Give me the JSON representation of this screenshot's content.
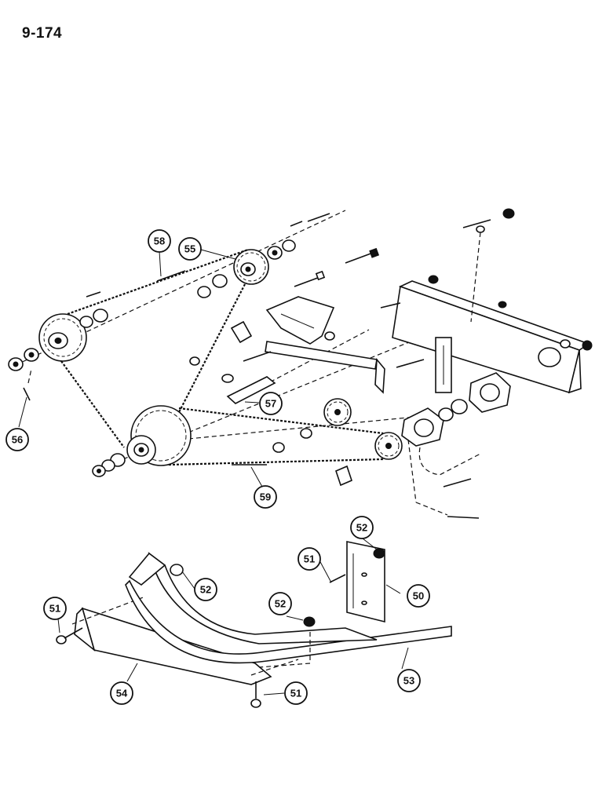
{
  "page": {
    "number": "9-174"
  },
  "callouts": [
    {
      "id": "50",
      "label": "50"
    },
    {
      "id": "51a",
      "label": "51"
    },
    {
      "id": "51b",
      "label": "51"
    },
    {
      "id": "51c",
      "label": "51"
    },
    {
      "id": "52a",
      "label": "52"
    },
    {
      "id": "52b",
      "label": "52"
    },
    {
      "id": "52c",
      "label": "52"
    },
    {
      "id": "53",
      "label": "53"
    },
    {
      "id": "54",
      "label": "54"
    },
    {
      "id": "55",
      "label": "55"
    },
    {
      "id": "56",
      "label": "56"
    },
    {
      "id": "57",
      "label": "57"
    },
    {
      "id": "58",
      "label": "58"
    },
    {
      "id": "59",
      "label": "59"
    }
  ],
  "colors": {
    "ink": "#111111",
    "paper": "#ffffff"
  }
}
